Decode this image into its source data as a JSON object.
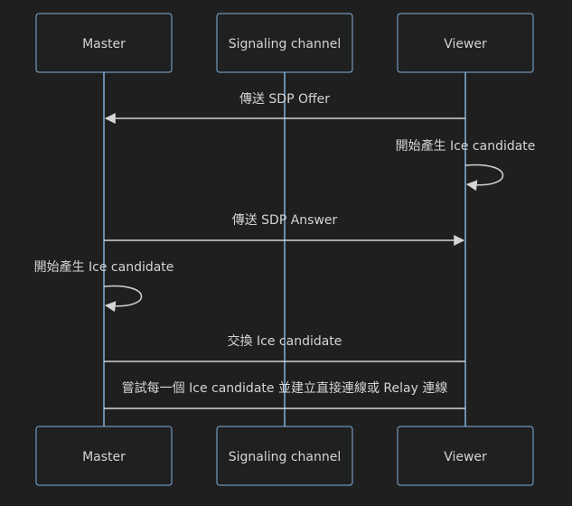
{
  "participants": {
    "master": "Master",
    "signaling": "Signaling channel",
    "viewer": "Viewer"
  },
  "messages": {
    "offer": "傳送 SDP Offer",
    "viewer_gather": "開始產生 Ice candidate",
    "answer": "傳送 SDP Answer",
    "master_gather": "開始產生 Ice candidate",
    "exchange": "交換 Ice candidate",
    "try_connect": "嘗試每一個 Ice candidate 並建立直接連線或 Relay 連線"
  },
  "colors": {
    "background": "#1f1f1f",
    "actor_fill": "#1f2020",
    "actor_border": "#81b1db",
    "lifeline": "#81b1db",
    "message": "#d4d4d4"
  }
}
